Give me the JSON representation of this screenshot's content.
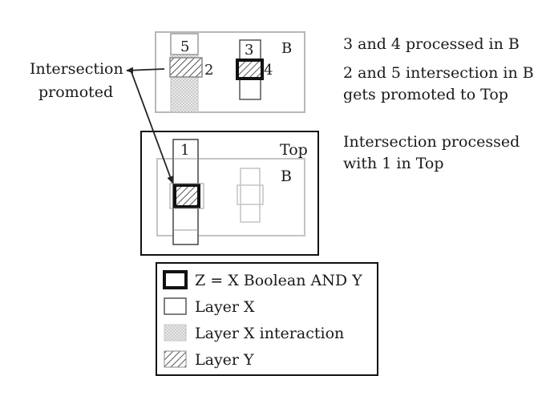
{
  "left_caption": [
    "Intersection",
    "promoted"
  ],
  "right_notes": [
    [
      "3 and 4 processed in B"
    ],
    [
      "2 and 5 intersection in B",
      "gets promoted to Top"
    ],
    [
      "Intersection processed",
      "with 1 in Top"
    ]
  ],
  "upper_cell": {
    "name": "B",
    "shape_numbers": [
      "5",
      "2",
      "3",
      "4"
    ]
  },
  "top_cell": {
    "name": "Top",
    "inner_name": "B",
    "shape_number": "1"
  },
  "legend": [
    {
      "swatch": "bold-outline",
      "label": "Z = X Boolean AND Y"
    },
    {
      "swatch": "outline",
      "label": "Layer X"
    },
    {
      "swatch": "dotted",
      "label": "Layer X interaction"
    },
    {
      "swatch": "hatched",
      "label": "Layer Y"
    }
  ]
}
